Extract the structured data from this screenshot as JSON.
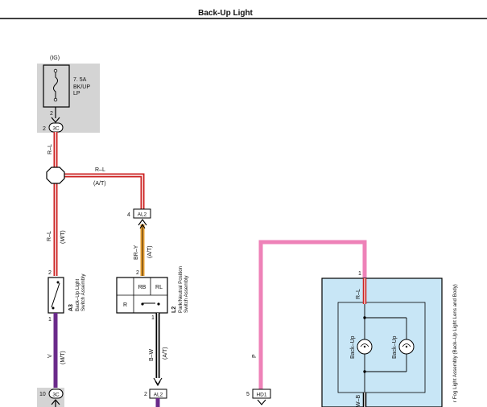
{
  "header": {
    "title": "Back-Up Light"
  },
  "fuse_block": {
    "source": "(IG)",
    "rating": "7. 5A",
    "name_1": "BK/UP",
    "name_2": "LP",
    "pin": "2"
  },
  "connectors": {
    "c3c_top": {
      "pin": "2",
      "code": "3C"
    },
    "c3c_bottom": {
      "pin": "10",
      "code": "3C"
    },
    "al2_top": {
      "pin": "4",
      "code": "AL2"
    },
    "al2_bottom": {
      "pin": "2",
      "code": "AL2"
    },
    "hd1": {
      "pin": "5",
      "code": "HD1"
    }
  },
  "wires": {
    "w_rl_top": "R–L",
    "w_rl_branch": "R–L",
    "w_at_branch": "(A/T)",
    "w_rl_mt": "R–L",
    "w_mt_1": "(M/T)",
    "w_bry": "BR–Y",
    "w_at_2": "(A/T)",
    "w_bw": "B–W",
    "w_at_3": "(A/T)",
    "w_v": "V",
    "w_mt_2": "(M/T)",
    "w_p": "P",
    "w_rl_right": "R–L",
    "w_wb_right": "W–B"
  },
  "switch_a3": {
    "pin_top": "2",
    "pin_bottom": "1",
    "code": "A3",
    "name_1": "Back–Up Light",
    "name_2": "Switch Assembly"
  },
  "switch_l2": {
    "pin_top": "2",
    "pin_bottom": "1",
    "code": "L2",
    "name_1": "Park/Neutral Position",
    "name_2": "Switch Assembly",
    "contacts": {
      "rb": "RB",
      "rl": "RL",
      "r": "R"
    }
  },
  "lamp_assembly": {
    "pin_top": "1",
    "lamp_1": "Back–Up",
    "lamp_2": "Back–Up",
    "name": "r Fog Light Assembly (Back–Up Light Lens and Body)"
  },
  "colors": {
    "wire_red": "#cc2222",
    "wire_orange": "#e8a030",
    "wire_violet": "#6a2a8a",
    "wire_pink": "#ee82b8",
    "fuse_fill": "#d4d4d4",
    "assembly_fill": "#c8e6f6"
  }
}
